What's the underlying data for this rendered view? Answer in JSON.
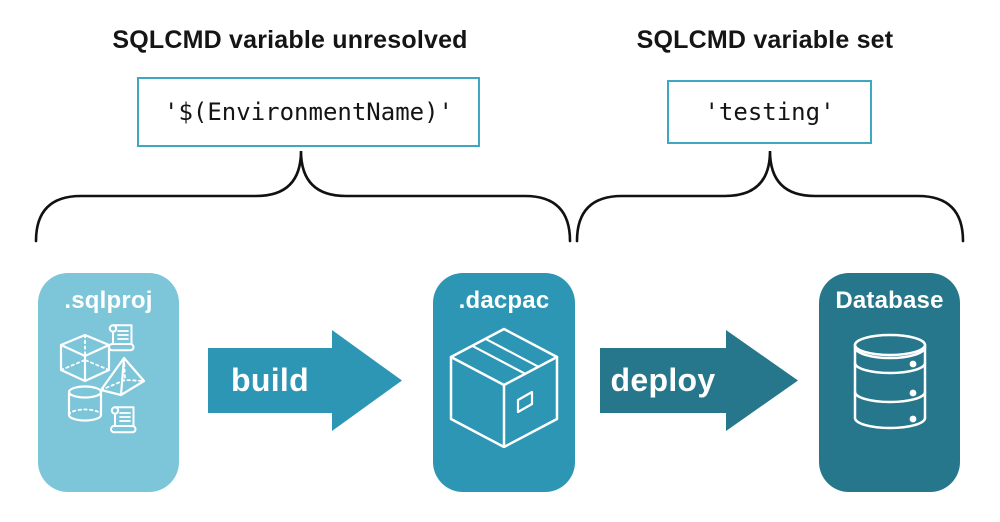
{
  "annotations": {
    "left": {
      "heading": "SQLCMD variable unresolved",
      "value": "'$(EnvironmentName)'"
    },
    "right": {
      "heading": "SQLCMD variable set",
      "value": "'testing'"
    }
  },
  "nodes": [
    {
      "id": "sqlproj",
      "label": ".sqlproj"
    },
    {
      "id": "dacpac",
      "label": ".dacpac"
    },
    {
      "id": "database",
      "label": "Database"
    }
  ],
  "arrows": [
    {
      "id": "build",
      "label": "build"
    },
    {
      "id": "deploy",
      "label": "deploy"
    }
  ],
  "icons": {
    "sqlproj_node": [
      "cube-icon",
      "script-icon",
      "pyramid-icon",
      "cylinder-icon",
      "script-icon"
    ],
    "dacpac_node": "package-box-icon",
    "database_node": "database-cylinder-icon"
  },
  "colors": {
    "sqlproj_fill": "#7DC5D8",
    "dacpac_fill": "#2D96B4",
    "database_fill": "#26778B",
    "build_arrow_fill": "#2D96B4",
    "deploy_arrow_fill": "#26778B",
    "value_box_border": "#3EA8C2",
    "brace_stroke": "#111111",
    "icon_stroke": "#FFFFFF",
    "background": "#FFFFFF"
  }
}
